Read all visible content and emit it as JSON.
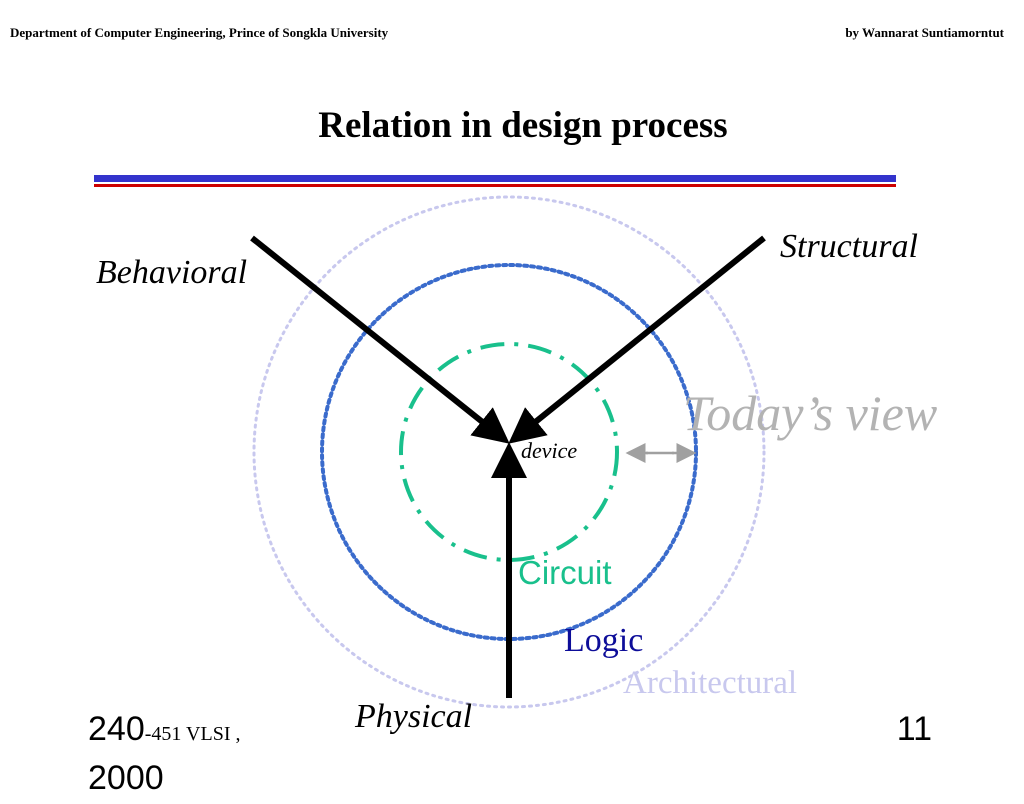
{
  "header": {
    "left": "Department of Computer Engineering, Prince of Songkla University",
    "right": "by Wannarat Suntiamorntut"
  },
  "title": "Relation in  design process",
  "diagram": {
    "axes": {
      "behavioral": "Behavioral",
      "structural": "Structural",
      "physical": "Physical"
    },
    "center_label": "device",
    "rings": {
      "circuit": {
        "label": "Circuit",
        "color": "#19c08c"
      },
      "logic": {
        "label": "Logic",
        "color": "#0d0d99",
        "stroke_color": "#3a6bcc"
      },
      "architectural": {
        "label": "Architectural",
        "color": "#c8c8ee"
      }
    },
    "annotation": {
      "label": "Today’s view",
      "color": "#b3b3b3"
    }
  },
  "footer": {
    "course_number": "240",
    "course_rest": "-451 VLSI ,",
    "year": "2000",
    "page": "11"
  },
  "colors": {
    "rule_blue": "#3333cc",
    "rule_red": "#cc0000",
    "axis": "#000000"
  }
}
